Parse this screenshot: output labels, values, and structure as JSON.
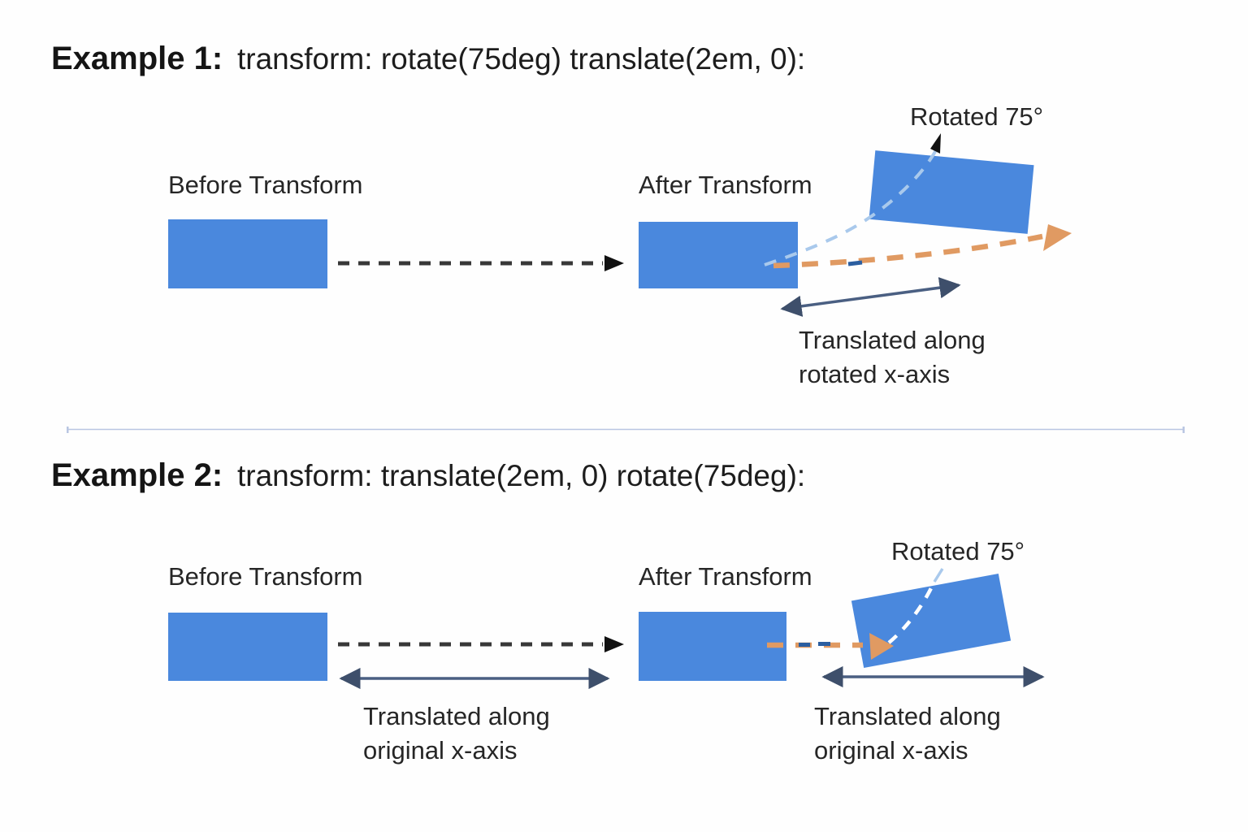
{
  "colors": {
    "box_blue": "#4a88dd",
    "arrow_dark": "#383838",
    "arrow_dark_head": "#111111",
    "arrow_navy": "#4a5f82",
    "arrow_navy_head": "#3e4f6b",
    "arrow_orange": "#e09a62",
    "curve_light_blue": "#a9c9ec",
    "curve_white": "#ffffff",
    "navy_dash": "#2b5ea0",
    "divider": "#b9c6e2"
  },
  "example1": {
    "heading_label": "Example 1:",
    "heading_code": "transform: rotate(75deg) translate(2em, 0):",
    "before_label": "Before Transform",
    "after_label": "After Transform",
    "rotated_label": "Rotated 75°",
    "translated_line1": "Translated along",
    "translated_line2": "rotated x-axis"
  },
  "example2": {
    "heading_label": "Example 2:",
    "heading_code": "transform: translate(2em, 0) rotate(75deg):",
    "before_label": "Before Transform",
    "after_label": "After Transform",
    "rotated_label": "Rotated 75°",
    "translated_left_line1": "Translated along",
    "translated_left_line2": "original x-axis",
    "translated_right_line1": "Translated along",
    "translated_right_line2": "original x-axis"
  }
}
